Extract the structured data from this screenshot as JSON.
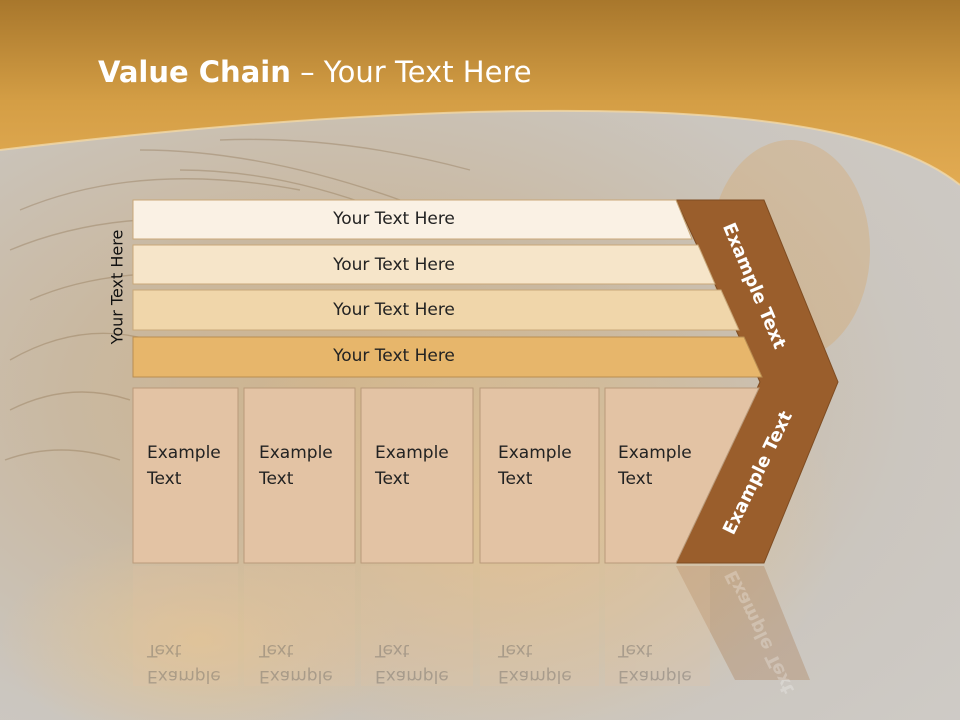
{
  "title": {
    "bold": "Value Chain",
    "rest": " – Your Text Here"
  },
  "side_label": "Your Text Here",
  "rows": [
    {
      "label": "Your Text Here"
    },
    {
      "label": "Your Text Here"
    },
    {
      "label": "Your Text Here"
    },
    {
      "label": "Your Text Here"
    }
  ],
  "columns": [
    {
      "line1": "Example",
      "line2": "Text"
    },
    {
      "line1": "Example",
      "line2": "Text"
    },
    {
      "line1": "Example",
      "line2": "Text"
    },
    {
      "line1": "Example",
      "line2": "Text"
    },
    {
      "line1": "Example",
      "line2": "Text"
    }
  ],
  "chevron": {
    "upper_label": "Example Text",
    "lower_label": "Example Text"
  },
  "colors": {
    "header": "#c8912f",
    "row_fills": [
      "#faf1e4",
      "#f6e5c9",
      "#f0d6aa",
      "#e7b66b"
    ],
    "column_fill": "#e3c3a4",
    "chevron": "#9a5e2c"
  }
}
